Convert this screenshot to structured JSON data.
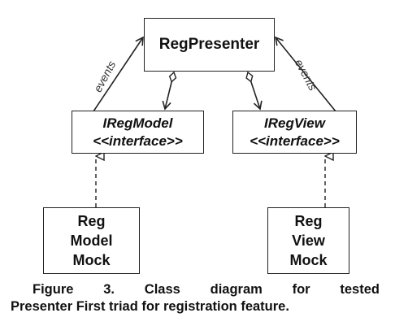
{
  "diagram": {
    "presenter": "RegPresenter",
    "model_interface": {
      "name": "IRegModel",
      "stereotype": "<<interface>>"
    },
    "view_interface": {
      "name": "IRegView",
      "stereotype": "<<interface>>"
    },
    "model_mock": [
      "Reg",
      "Model",
      "Mock"
    ],
    "view_mock": [
      "Reg",
      "View",
      "Mock"
    ],
    "event_label_left": "events",
    "event_label_right": "events"
  },
  "caption": {
    "line1_words": [
      "Figure",
      "3.",
      "Class",
      "diagram",
      "for",
      "tested"
    ],
    "line2": "Presenter First triad for registration feature."
  }
}
